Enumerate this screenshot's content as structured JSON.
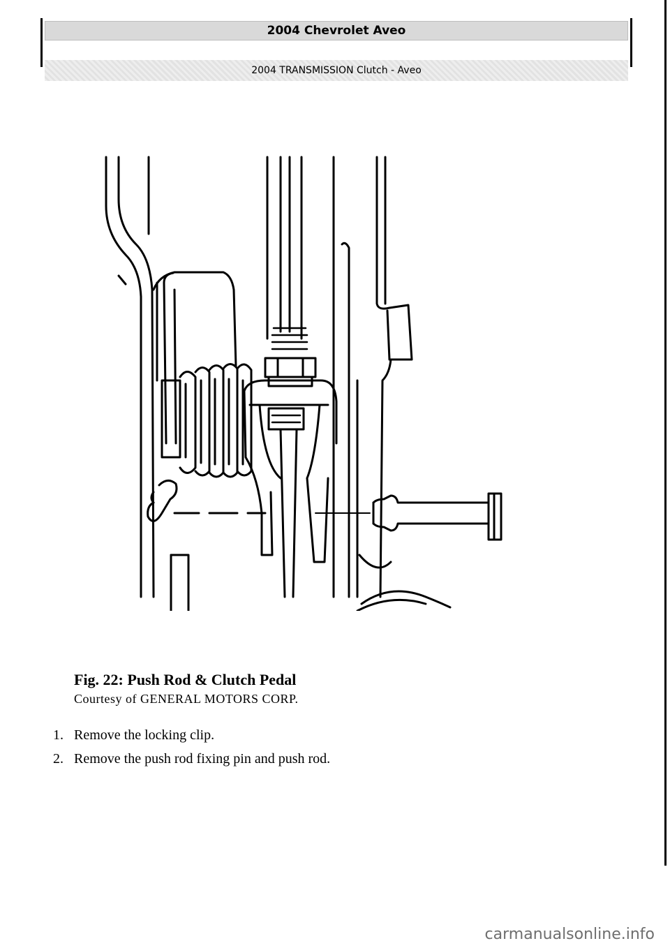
{
  "header": {
    "title": "2004 Chevrolet Aveo",
    "subtitle": "2004 TRANSMISSION Clutch - Aveo"
  },
  "figure": {
    "caption": "Fig. 22: Push Rod & Clutch Pedal",
    "courtesy": "Courtesy of GENERAL MOTORS CORP."
  },
  "steps": [
    {
      "number": "1.",
      "text": "Remove the locking clip."
    },
    {
      "number": "2.",
      "text": "Remove the push rod fixing pin and push rod."
    }
  ],
  "watermark": "carmanualsonline.info"
}
